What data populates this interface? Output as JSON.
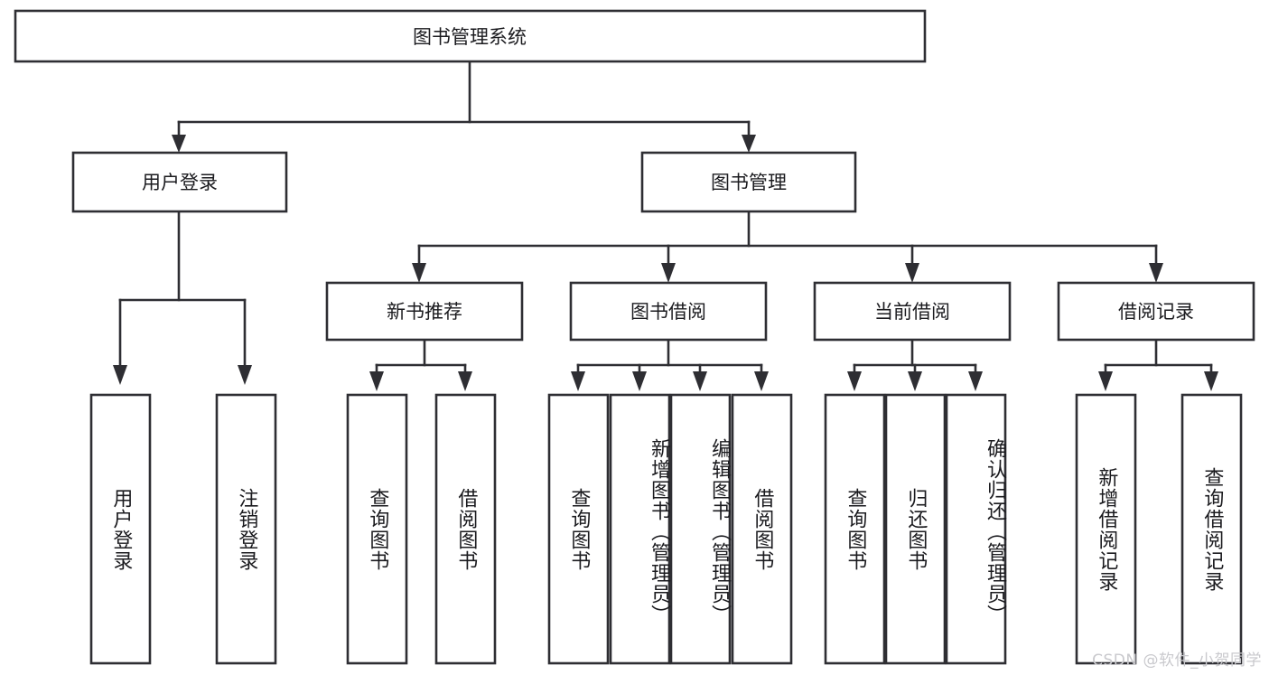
{
  "diagram": {
    "title": "图书管理系统",
    "type": "tree",
    "watermark": "CSDN @软件_小贺同学",
    "colors": {
      "box_stroke": "#2e2e33",
      "box_fill": "#ffffff",
      "text": "#1b1b1f",
      "background": "#ffffff",
      "watermark": "#c9c9cd"
    },
    "levels": {
      "root": {
        "label": "图书管理系统"
      },
      "level2": [
        {
          "label": "用户登录"
        },
        {
          "label": "图书管理"
        }
      ],
      "level3": [
        {
          "label": "新书推荐"
        },
        {
          "label": "图书借阅"
        },
        {
          "label": "当前借阅"
        },
        {
          "label": "借阅记录"
        }
      ],
      "leaves": [
        {
          "label": "用户登录",
          "parent": "用户登录"
        },
        {
          "label": "注销登录",
          "parent": "用户登录"
        },
        {
          "label": "查询图书",
          "parent": "新书推荐"
        },
        {
          "label": "借阅图书",
          "parent": "新书推荐"
        },
        {
          "label": "查询图书",
          "parent": "图书借阅"
        },
        {
          "label": "新增图书（管理员）",
          "parent": "图书借阅"
        },
        {
          "label": "编辑图书（管理员）",
          "parent": "图书借阅"
        },
        {
          "label": "借阅图书",
          "parent": "图书借阅"
        },
        {
          "label": "查询图书",
          "parent": "当前借阅"
        },
        {
          "label": "归还图书",
          "parent": "当前借阅"
        },
        {
          "label": "确认归还（管理员）",
          "parent": "当前借阅"
        },
        {
          "label": "新增借阅记录",
          "parent": "借阅记录"
        },
        {
          "label": "查询借阅记录",
          "parent": "借阅记录"
        }
      ]
    }
  }
}
